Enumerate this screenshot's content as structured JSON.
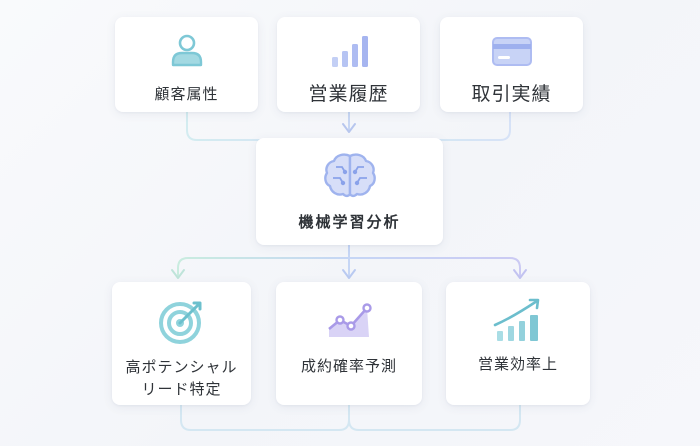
{
  "inputs": [
    {
      "label": "顧客属性",
      "icon": "person-icon"
    },
    {
      "label": "営業履歴",
      "icon": "bar-chart-icon"
    },
    {
      "label": "取引実績",
      "icon": "credit-card-icon"
    }
  ],
  "center": {
    "label": "機械学習分析",
    "icon": "brain-circuit-icon"
  },
  "outputs": [
    {
      "label_line1": "高ポテンシャル",
      "label_line2": "リード特定",
      "icon": "target-icon"
    },
    {
      "label_line1": "成約確率予測",
      "label_line2": "",
      "icon": "trend-line-icon"
    },
    {
      "label_line1": "営業効率上",
      "label_line2": "",
      "icon": "growth-bars-icon"
    }
  ],
  "colors": {
    "input_connector": "#cfe6f2",
    "output_connector": "#c8dff4",
    "bottom_connector": "#d6e8f3",
    "person_icon": "#7ec8d6",
    "bars_icon": "#aebcf2",
    "card_icon": "#aebcf2",
    "brain_icon": "#9fb3ee",
    "target_icon": "#8fd3dc",
    "trend_icon": "#a99ae8",
    "growth_icon": "#7fc7d4"
  }
}
